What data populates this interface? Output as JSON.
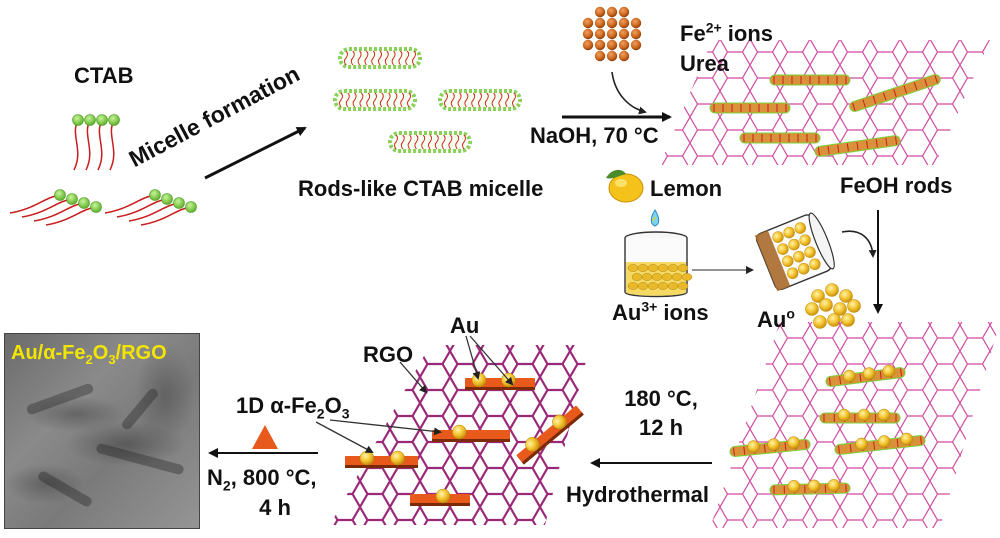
{
  "labels": {
    "ctab": "CTAB",
    "micelle_formation": "Micelle formation",
    "rods_like_micelle": "Rods-like CTAB micelle",
    "fe_ions_base": "Fe",
    "fe_ions_sup": "2+",
    "fe_ions_tail": " ions",
    "urea": "Urea",
    "naoh_70": "NaOH, 70 °C",
    "lemon": "Lemon",
    "feoh_rods": "FeOH rods",
    "au3_base": "Au",
    "au3_sup": "3+",
    "au3_tail": " ions",
    "au0_base": "Au",
    "au0_sup": "o",
    "temp_180": "180 °C,",
    "time_12": "12 h",
    "hydrothermal": "Hydrothermal",
    "au": "Au",
    "rgo": "RGO",
    "fe2o3_1d_a": "1D α-Fe",
    "fe2o3_1d_sub1": "2",
    "fe2o3_1d_b": "O",
    "fe2o3_1d_sub2": "3",
    "n2_base": "N",
    "n2_sub": "2",
    "n2_tail": ", 800 °C,",
    "time_4": "4 h",
    "tem_a": "Au/α-Fe",
    "tem_sub1": "2",
    "tem_b": "O",
    "tem_sub2": "3",
    "tem_c": "/RGO"
  },
  "colors": {
    "micelle_head": "#7ccf3c",
    "micelle_tail": "#d42020",
    "graphene": "#c0338f",
    "rgo_dark": "#7a1f5c",
    "fe_ion": "#c8621a",
    "au_particle": "#f2c02a",
    "fe2o3_rod": "#e8591c",
    "tem_label": "#f2e600"
  },
  "icons": [
    "lemon-icon",
    "beaker-icon",
    "tilted-vial-icon",
    "triangle-heat-icon"
  ]
}
